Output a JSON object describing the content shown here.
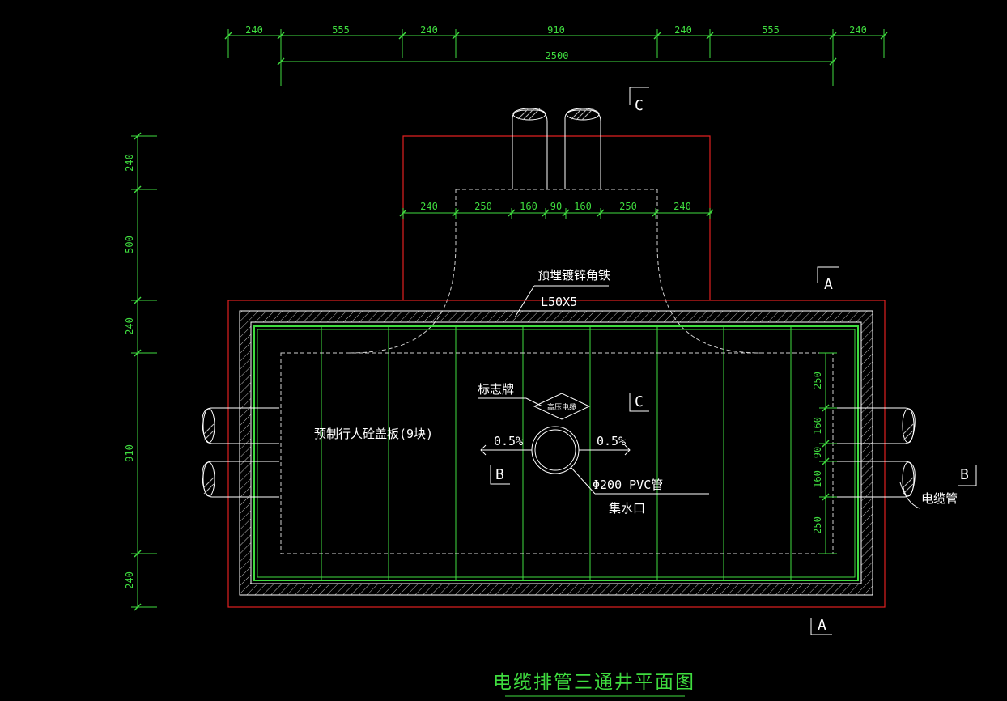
{
  "colors": {
    "dimension": "#3fdc3f",
    "outline": "#e02020",
    "line": "#ffffff",
    "background": "#000000"
  },
  "top_dims": [
    "240",
    "555",
    "240",
    "910",
    "240",
    "555",
    "240"
  ],
  "top_total": "2500",
  "inner_dims": [
    "240",
    "250",
    "160",
    "90",
    "160",
    "250",
    "240"
  ],
  "left_dims": [
    "240",
    "500",
    "240",
    "910",
    "240"
  ],
  "right_dims": [
    "250",
    "160",
    "90",
    "160",
    "250"
  ],
  "labels": {
    "angle_iron": "预埋镀锌角铁",
    "angle_spec": "L50X5",
    "cover_plates": "预制行人砼盖板(9块)",
    "sign": "标志牌",
    "sign_inner": "高压电缆",
    "slope_left": "0.5%",
    "slope_right": "0.5%",
    "pvc_pipe": "Φ200 PVC管",
    "sump": "集水口",
    "cable_pipe": "电缆管"
  },
  "section_marks": {
    "a_top": "A",
    "a_bottom": "A",
    "b_left": "B",
    "b_right": "B",
    "c_top": "C",
    "c_mid": "C"
  },
  "title": "电缆排管三通井平面图"
}
